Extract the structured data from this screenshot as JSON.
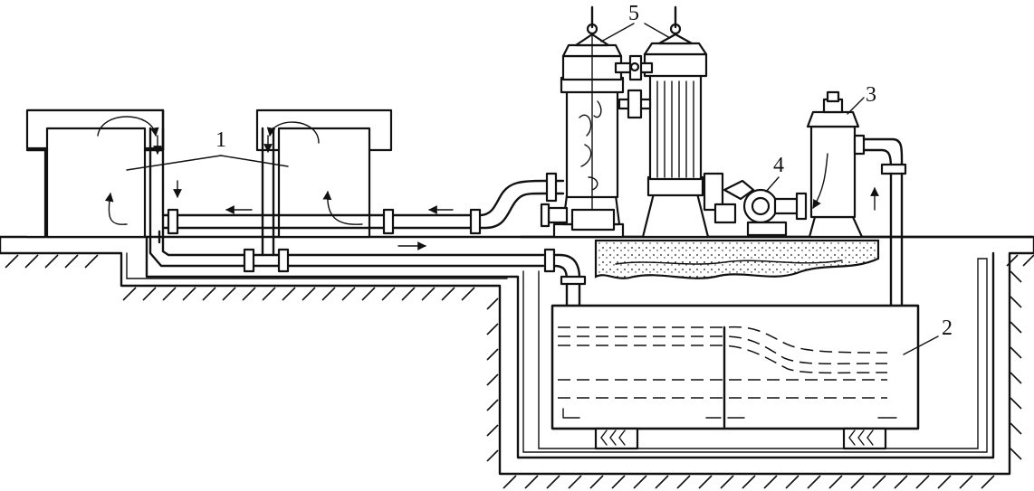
{
  "callouts": [
    {
      "id": "1",
      "text": "1"
    },
    {
      "id": "2",
      "text": "2"
    },
    {
      "id": "3",
      "text": "3"
    },
    {
      "id": "4",
      "text": "4"
    },
    {
      "id": "5",
      "text": "5"
    }
  ],
  "colors": {
    "ink": "#111111",
    "paper": "#ffffff"
  }
}
